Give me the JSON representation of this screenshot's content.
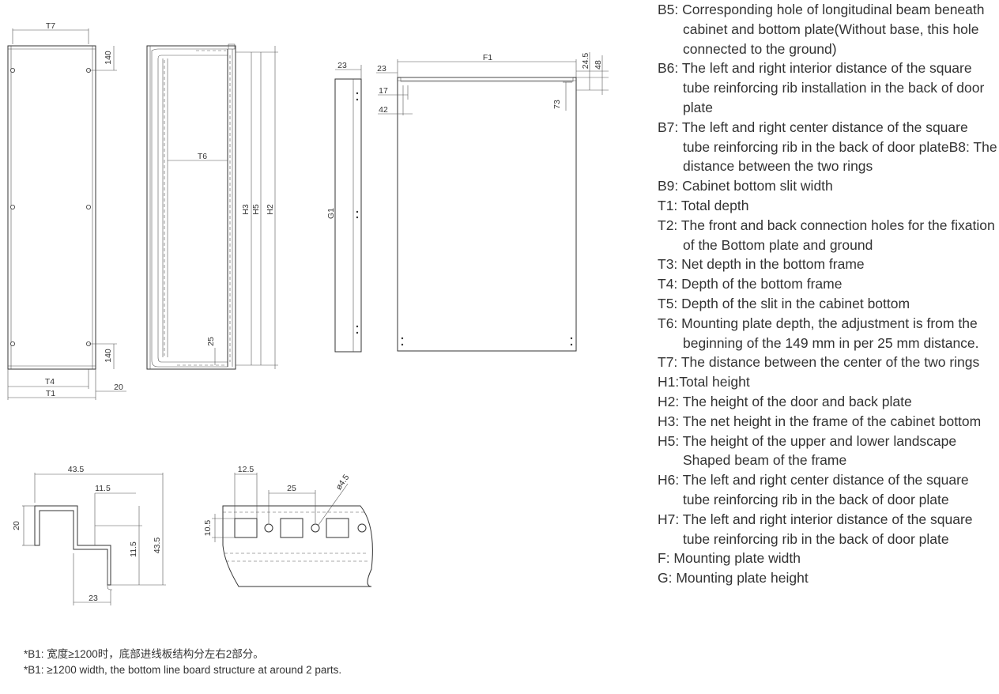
{
  "dimensions": {
    "T7": "T7",
    "h140_top": "140",
    "h140_bottom": "140",
    "T4": "T4",
    "T1": "T1",
    "d20": "20",
    "T6": "T6",
    "H3": "H3",
    "H5": "H5",
    "H2": "H2",
    "d25_side": "25",
    "d23_a": "23",
    "d23_b": "23",
    "d17": "17",
    "d42": "42",
    "G1": "G1",
    "F1": "F1",
    "d24_5": "24.5",
    "d48": "48",
    "d73": "73",
    "p43_5_top": "43.5",
    "p11_5_top": "11.5",
    "p20": "20",
    "p11_5_mid": "11.5",
    "p43_5_side": "43.5",
    "p23": "23",
    "s12_5": "12.5",
    "s25": "25",
    "s4_5": "ø4.5",
    "s10_5": "10.5"
  },
  "legend": [
    "B5: Corresponding hole of longitudinal beam beneath cabinet and bottom plate(Without base, this hole connected to the ground)",
    "B6: The left and right interior distance of the square tube reinforcing rib installation in the back of door plate",
    "B7: The left and right center distance of the square tube reinforcing rib in the back of door plateB8: The distance between the two rings",
    "B9: Cabinet bottom slit width",
    "T1: Total depth",
    "T2: The front and back connection holes for the fixation of the Bottom plate and ground",
    "T3: Net depth in the bottom frame",
    "T4: Depth of the bottom frame",
    "T5: Depth of the slit in the cabinet bottom",
    "T6: Mounting plate depth, the adjustment is from the beginning of the 149 mm in per 25 mm distance.",
    "T7: The distance between the center of the two rings",
    "H1:Total height",
    "H2: The height of the door and back plate",
    "H3: The net height in the frame of the cabinet bottom",
    "H5: The height of the upper and lower landscape Shaped beam of the frame",
    "H6: The left and right center distance of the square tube reinforcing rib in the back of door plate",
    "H7: The left and right interior distance of the square tube reinforcing rib in the back of door plate",
    "F: Mounting plate width",
    "G: Mounting plate height"
  ],
  "notes": {
    "cn": "*B1: 宽度≥1200时，底部进线板结构分左右2部分。",
    "en": "*B1: ≥1200 width, the bottom line board structure at around 2 parts."
  }
}
